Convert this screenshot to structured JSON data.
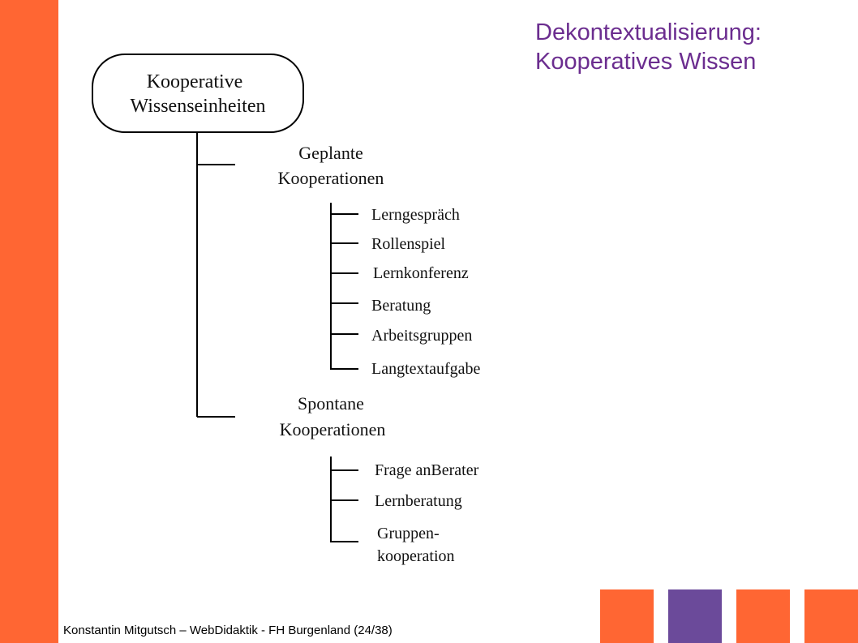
{
  "title": {
    "line1": "Dekontextualisierung:",
    "line2": "Kooperatives  Wissen"
  },
  "diagram": {
    "root": [
      "Kooperative",
      "Wissenseinheiten"
    ],
    "branches": [
      {
        "label": [
          "Geplante",
          "Kooperationen"
        ],
        "children": [
          [
            "Lerngespräch"
          ],
          [
            "Rollenspiel"
          ],
          [
            "Lernkonferenz"
          ],
          [
            "Beratung"
          ],
          [
            "Arbeitsgruppen"
          ],
          [
            "Langtextaufgabe"
          ]
        ]
      },
      {
        "label": [
          "Spontane",
          "Kooperationen"
        ],
        "children": [
          [
            "Frage anBerater"
          ],
          [
            "Lernberatung"
          ],
          [
            "Gruppen-",
            "kooperation"
          ]
        ]
      }
    ]
  },
  "footer": {
    "text": "Konstantin  Mitgutsch – WebDidaktik  -  FH  Burgenland  (24/38)"
  },
  "colors": {
    "accent_orange": "#ff6633",
    "accent_purple": "#6b4a9a",
    "title_color": "#6b2d8f"
  }
}
